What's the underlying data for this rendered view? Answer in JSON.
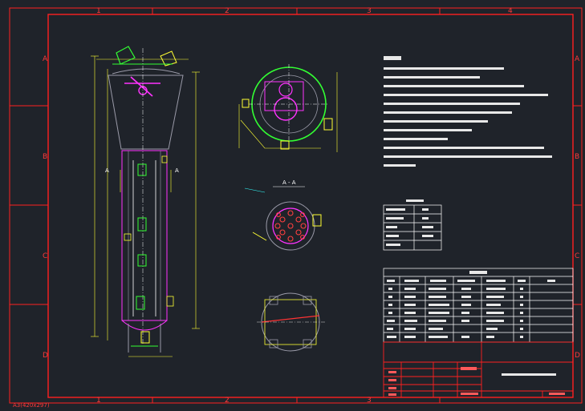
{
  "frame": {
    "col_labels": [
      "1",
      "2",
      "3",
      "4"
    ],
    "row_labels": [
      "A",
      "B",
      "C",
      "D"
    ],
    "sheet_size": "A3(420x297)"
  },
  "section_label": "A - A",
  "section_mark": "A",
  "colors": {
    "background": "#1f232a",
    "frame": "#ff2020",
    "yellow": "#ffff33",
    "green": "#33ff33",
    "magenta": "#ff33ff",
    "white": "#ffffff",
    "cyan": "#33ffff",
    "red": "#ff3333"
  }
}
